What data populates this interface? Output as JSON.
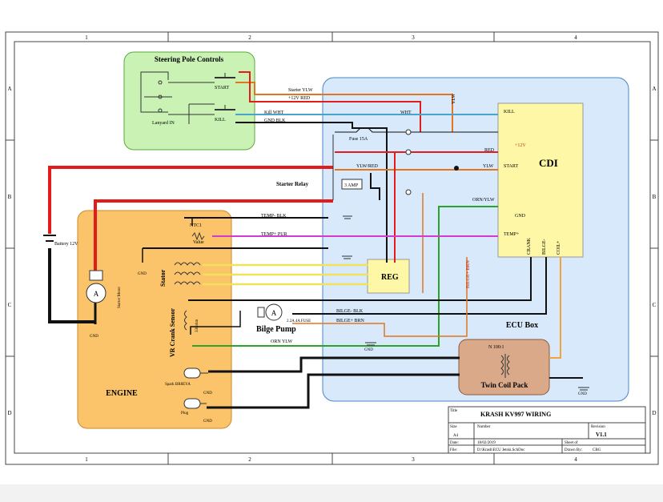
{
  "grid": {
    "columns": [
      "1",
      "2",
      "3",
      "4"
    ],
    "rows": [
      "A",
      "B",
      "C",
      "D"
    ]
  },
  "blocks": {
    "steering_title": "Steering Pole Controls",
    "ecu_box": "ECU Box",
    "engine": "ENGINE",
    "cdi": "CDI",
    "reg": "REG",
    "twin_coil": "Twin Coil Pack",
    "coil_ratio": "N 100:1",
    "bilge_pump": "Bilge Pump",
    "starter_relay": "Starter Relay"
  },
  "labels": {
    "start_sw": "START",
    "kill_sw": "KILL",
    "lanyard": "Lanyard IN",
    "starter_ylw": "Starter YLW",
    "plus12v_red": "+12V RED",
    "kill_wht": "Kill WHT",
    "gnd_blk": "GND BLK",
    "wht": "WHT",
    "ylw_vertical": "YLW",
    "fuse": "Fuse 15A",
    "relay_amp": "3 AMP",
    "ylw_red": "YLW/RED",
    "cdi_kill": "KILL",
    "cdi_12v": "+12V",
    "cdi_red": "RED",
    "cdi_ylw": "YLW",
    "cdi_start": "START",
    "orn_ylw_top": "ORN/YLW",
    "cdi_gnd": "GND",
    "cdi_temp": "TEMP+",
    "cdi_crank": "CRANK",
    "cdi_bilge": "BILGE-",
    "cdi_coil": "COIL+",
    "temp_blk": "TEMP- BLK",
    "temp_pur": "TEMP+ PUR",
    "ntc": "NTC1",
    "value": "Value",
    "battery": "Battery 12V",
    "starter_motor": "Starter Motor",
    "motor_a": "A",
    "stator": "Stator",
    "gnd": "GND",
    "vr_crank": "VR Crank Sensor",
    "ohms": "330ohm",
    "pump_a": "A",
    "fuse_pump": "2.2A 4A FUSE",
    "bilge_blk": "BILGE- BLK",
    "bilge_brn": "BILGE+ BRN",
    "bilge_brn_vert": "BILGE+ BRN",
    "orn_ylw_bottom": "ORN YLW",
    "spark_plug": "Spark BR8EYA",
    "plug": "Plug"
  },
  "title_block": {
    "title_label": "Title",
    "title": "KRASH KV997 WIRING",
    "size_label": "Size",
    "size": "A4",
    "number_label": "Number",
    "revision_label": "Revision",
    "revision": "V1.1",
    "date_label": "Date:",
    "date": "18/02/2019",
    "sheet_label": "Sheet of",
    "file_label": "File:",
    "file": "D:\\Krash\\ECU Jetski.SchDoc",
    "drawn_label": "Drawn By:",
    "drawn": "CBG"
  },
  "colors": {
    "border": "#444444",
    "steering_fill": "#c9f2b4",
    "steering_stroke": "#5aab3a",
    "ecu_fill": "#d7e9fb",
    "ecu_stroke": "#4a86c5",
    "engine_fill": "#fbc46a",
    "engine_stroke": "#c98a2c",
    "cdi_fill": "#fdf7a6",
    "reg_fill": "#fdf7a6",
    "coil_fill": "#d9a98a",
    "wire_red": "#e41b1b",
    "wire_black": "#111111",
    "wire_yellow": "#f2e25a",
    "wire_orange": "#e2761e",
    "wire_green": "#2aa52a",
    "wire_purple": "#d23bd2",
    "wire_blue": "#4aa3c8",
    "wire_pink": "#e06a9a"
  }
}
